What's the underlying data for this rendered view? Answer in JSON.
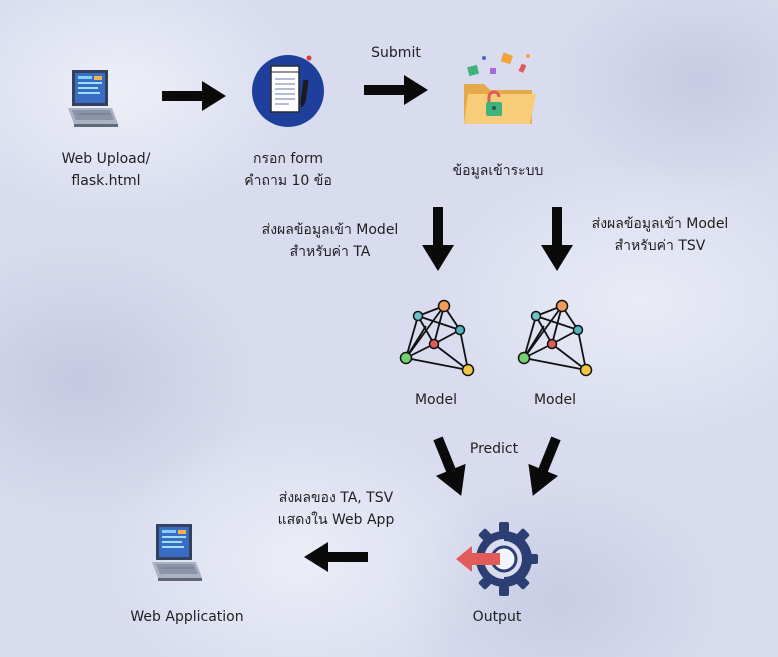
{
  "nodes": {
    "web_upload": {
      "line1": "Web Upload/",
      "line2": "flask.html",
      "icon": "laptop-icon"
    },
    "form": {
      "line1": "กรอก form",
      "line2": "คำถาม 10 ข้อ",
      "icon": "notebook-icon"
    },
    "data_in": {
      "label": "ข้อมูลเข้าระบบ",
      "icon": "folder-icon"
    },
    "model_ta": {
      "label": "Model",
      "icon": "network-icon"
    },
    "model_tsv": {
      "label": "Model",
      "icon": "network-icon"
    },
    "output": {
      "label": "Output",
      "icon": "output-gear-icon"
    },
    "web_app": {
      "label": "Web Application",
      "icon": "laptop-icon"
    }
  },
  "edges": {
    "submit": "Submit",
    "to_ta": {
      "line1": "ส่งผลข้อมูลเข้า Model",
      "line2": "สำหรับค่า TA"
    },
    "to_tsv": {
      "line1": "ส่งผลข้อมูลเข้า Model",
      "line2": "สำหรับค่า TSV"
    },
    "predict": "Predict",
    "show": {
      "line1": "ส่งผลของ TA, TSV",
      "line2": "แสดงใน Web App"
    }
  },
  "colors": {
    "arrow": "#0a0a0a",
    "notebook_bg": "#1f3f9c",
    "folder": "#f3c46a",
    "output_red": "#e25b5b",
    "output_gear": "#2d3e75"
  }
}
